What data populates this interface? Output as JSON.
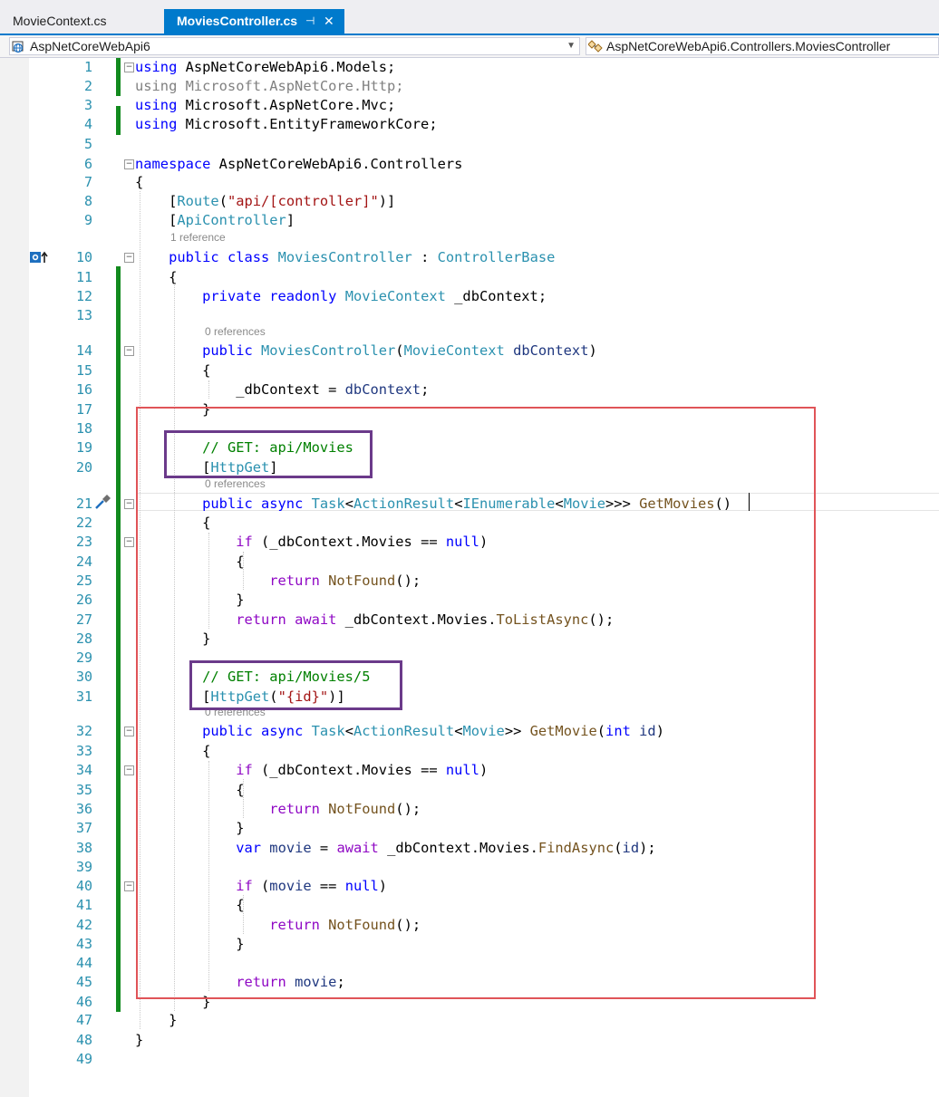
{
  "tabs": [
    {
      "label": "MovieContext.cs",
      "active": false
    },
    {
      "label": "MoviesController.cs",
      "active": true
    }
  ],
  "nav": {
    "project": "AspNetCoreWebApi6",
    "scope": "AspNetCoreWebApi6.Controllers.MoviesController"
  },
  "codelens": {
    "one_ref": "1 reference",
    "zero_refs": "0 references"
  },
  "colors": {
    "keyword": "#0000ff",
    "type": "#2b91af",
    "string": "#a31515",
    "comment": "#008000",
    "highlight_red": "#e05458",
    "highlight_purple": "#6b3a8a",
    "change_bar": "#128a1e"
  },
  "lines": [
    {
      "n": "1"
    },
    {
      "n": "2"
    },
    {
      "n": "3"
    },
    {
      "n": "4"
    },
    {
      "n": "5"
    },
    {
      "n": "6"
    },
    {
      "n": "7"
    },
    {
      "n": "8"
    },
    {
      "n": "9"
    },
    {
      "n": "10"
    },
    {
      "n": "11"
    },
    {
      "n": "12"
    },
    {
      "n": "13"
    },
    {
      "n": "14"
    },
    {
      "n": "15"
    },
    {
      "n": "16"
    },
    {
      "n": "17"
    },
    {
      "n": "18"
    },
    {
      "n": "19"
    },
    {
      "n": "20"
    },
    {
      "n": "21"
    },
    {
      "n": "22"
    },
    {
      "n": "23"
    },
    {
      "n": "24"
    },
    {
      "n": "25"
    },
    {
      "n": "26"
    },
    {
      "n": "27"
    },
    {
      "n": "28"
    },
    {
      "n": "29"
    },
    {
      "n": "30"
    },
    {
      "n": "31"
    },
    {
      "n": "32"
    },
    {
      "n": "33"
    },
    {
      "n": "34"
    },
    {
      "n": "35"
    },
    {
      "n": "36"
    },
    {
      "n": "37"
    },
    {
      "n": "38"
    },
    {
      "n": "39"
    },
    {
      "n": "40"
    },
    {
      "n": "41"
    },
    {
      "n": "42"
    },
    {
      "n": "43"
    },
    {
      "n": "44"
    },
    {
      "n": "45"
    },
    {
      "n": "46"
    },
    {
      "n": "47"
    },
    {
      "n": "48"
    },
    {
      "n": "49"
    }
  ],
  "code": {
    "l1": [
      {
        "c": "kw",
        "t": "using"
      },
      {
        "t": " AspNetCoreWebApi6.Models;"
      }
    ],
    "l2": [
      {
        "c": "gr",
        "t": "using Microsoft.AspNetCore.Http;"
      }
    ],
    "l3": [
      {
        "c": "kw",
        "t": "using"
      },
      {
        "t": " Microsoft.AspNetCore.Mvc;"
      }
    ],
    "l4": [
      {
        "c": "kw",
        "t": "using"
      },
      {
        "t": " Microsoft.EntityFrameworkCore;"
      }
    ],
    "l5": [],
    "l6": [
      {
        "c": "kw",
        "t": "namespace"
      },
      {
        "t": " AspNetCoreWebApi6.Controllers"
      }
    ],
    "l7": [
      {
        "t": "{"
      }
    ],
    "l8": [
      {
        "t": "    ["
      },
      {
        "c": "ty",
        "t": "Route"
      },
      {
        "t": "("
      },
      {
        "c": "st",
        "t": "\"api/[controller]\""
      },
      {
        "t": ")]"
      }
    ],
    "l9": [
      {
        "t": "    ["
      },
      {
        "c": "ty",
        "t": "ApiController"
      },
      {
        "t": "]"
      }
    ],
    "l10": [
      {
        "t": "    "
      },
      {
        "c": "kw",
        "t": "public class"
      },
      {
        "t": " "
      },
      {
        "c": "ty",
        "t": "MoviesController"
      },
      {
        "t": " : "
      },
      {
        "c": "ty",
        "t": "ControllerBase"
      }
    ],
    "l11": [
      {
        "t": "    {"
      }
    ],
    "l12": [
      {
        "t": "        "
      },
      {
        "c": "kw",
        "t": "private readonly"
      },
      {
        "t": " "
      },
      {
        "c": "ty",
        "t": "MovieContext"
      },
      {
        "t": " _dbContext;"
      }
    ],
    "l13": [],
    "l14": [
      {
        "t": "        "
      },
      {
        "c": "kw",
        "t": "public"
      },
      {
        "t": " "
      },
      {
        "c": "ty",
        "t": "MoviesController"
      },
      {
        "t": "("
      },
      {
        "c": "ty",
        "t": "MovieContext"
      },
      {
        "t": " "
      },
      {
        "c": "id",
        "t": "dbContext"
      },
      {
        "t": ")"
      }
    ],
    "l15": [
      {
        "t": "        {"
      }
    ],
    "l16": [
      {
        "t": "            _dbContext = "
      },
      {
        "c": "id",
        "t": "dbContext"
      },
      {
        "t": ";"
      }
    ],
    "l17": [
      {
        "t": "        }"
      }
    ],
    "l18": [],
    "l19": [
      {
        "t": "        "
      },
      {
        "c": "cm",
        "t": "// GET: api/Movies"
      }
    ],
    "l20": [
      {
        "t": "        ["
      },
      {
        "c": "ty",
        "t": "HttpGet"
      },
      {
        "t": "]"
      }
    ],
    "l21": [
      {
        "t": "        "
      },
      {
        "c": "kw",
        "t": "public async"
      },
      {
        "t": " "
      },
      {
        "c": "ty",
        "t": "Task"
      },
      {
        "t": "<"
      },
      {
        "c": "ty",
        "t": "ActionResult"
      },
      {
        "t": "<"
      },
      {
        "c": "ty",
        "t": "IEnumerable"
      },
      {
        "t": "<"
      },
      {
        "c": "ty",
        "t": "Movie"
      },
      {
        "t": ">>> "
      },
      {
        "c": "fn",
        "t": "GetMovies"
      },
      {
        "t": "()"
      }
    ],
    "l22": [
      {
        "t": "        {"
      }
    ],
    "l23": [
      {
        "t": "            "
      },
      {
        "c": "ct",
        "t": "if"
      },
      {
        "t": " (_dbContext.Movies == "
      },
      {
        "c": "kw",
        "t": "null"
      },
      {
        "t": ")"
      }
    ],
    "l24": [
      {
        "t": "            {"
      }
    ],
    "l25": [
      {
        "t": "                "
      },
      {
        "c": "ct",
        "t": "return"
      },
      {
        "t": " "
      },
      {
        "c": "fn",
        "t": "NotFound"
      },
      {
        "t": "();"
      }
    ],
    "l26": [
      {
        "t": "            }"
      }
    ],
    "l27": [
      {
        "t": "            "
      },
      {
        "c": "ct",
        "t": "return await"
      },
      {
        "t": " _dbContext.Movies."
      },
      {
        "c": "fn",
        "t": "ToListAsync"
      },
      {
        "t": "();"
      }
    ],
    "l28": [
      {
        "t": "        }"
      }
    ],
    "l29": [],
    "l30": [
      {
        "t": "        "
      },
      {
        "c": "cm",
        "t": "// GET: api/Movies/5"
      }
    ],
    "l31": [
      {
        "t": "        ["
      },
      {
        "c": "ty",
        "t": "HttpGet"
      },
      {
        "t": "("
      },
      {
        "c": "st",
        "t": "\"{id}\""
      },
      {
        "t": ")]"
      }
    ],
    "l32": [
      {
        "t": "        "
      },
      {
        "c": "kw",
        "t": "public async"
      },
      {
        "t": " "
      },
      {
        "c": "ty",
        "t": "Task"
      },
      {
        "t": "<"
      },
      {
        "c": "ty",
        "t": "ActionResult"
      },
      {
        "t": "<"
      },
      {
        "c": "ty",
        "t": "Movie"
      },
      {
        "t": ">> "
      },
      {
        "c": "fn",
        "t": "GetMovie"
      },
      {
        "t": "("
      },
      {
        "c": "kw",
        "t": "int"
      },
      {
        "t": " "
      },
      {
        "c": "id",
        "t": "id"
      },
      {
        "t": ")"
      }
    ],
    "l33": [
      {
        "t": "        {"
      }
    ],
    "l34": [
      {
        "t": "            "
      },
      {
        "c": "ct",
        "t": "if"
      },
      {
        "t": " (_dbContext.Movies == "
      },
      {
        "c": "kw",
        "t": "null"
      },
      {
        "t": ")"
      }
    ],
    "l35": [
      {
        "t": "            {"
      }
    ],
    "l36": [
      {
        "t": "                "
      },
      {
        "c": "ct",
        "t": "return"
      },
      {
        "t": " "
      },
      {
        "c": "fn",
        "t": "NotFound"
      },
      {
        "t": "();"
      }
    ],
    "l37": [
      {
        "t": "            }"
      }
    ],
    "l38": [
      {
        "t": "            "
      },
      {
        "c": "kw",
        "t": "var"
      },
      {
        "t": " "
      },
      {
        "c": "id",
        "t": "movie"
      },
      {
        "t": " = "
      },
      {
        "c": "ct",
        "t": "await"
      },
      {
        "t": " _dbContext.Movies."
      },
      {
        "c": "fn",
        "t": "FindAsync"
      },
      {
        "t": "("
      },
      {
        "c": "id",
        "t": "id"
      },
      {
        "t": ");"
      }
    ],
    "l39": [],
    "l40": [
      {
        "t": "            "
      },
      {
        "c": "ct",
        "t": "if"
      },
      {
        "t": " ("
      },
      {
        "c": "id",
        "t": "movie"
      },
      {
        "t": " == "
      },
      {
        "c": "kw",
        "t": "null"
      },
      {
        "t": ")"
      }
    ],
    "l41": [
      {
        "t": "            {"
      }
    ],
    "l42": [
      {
        "t": "                "
      },
      {
        "c": "ct",
        "t": "return"
      },
      {
        "t": " "
      },
      {
        "c": "fn",
        "t": "NotFound"
      },
      {
        "t": "();"
      }
    ],
    "l43": [
      {
        "t": "            }"
      }
    ],
    "l44": [],
    "l45": [
      {
        "t": "            "
      },
      {
        "c": "ct",
        "t": "return"
      },
      {
        "t": " "
      },
      {
        "c": "id",
        "t": "movie"
      },
      {
        "t": ";"
      }
    ],
    "l46": [
      {
        "t": "        }"
      }
    ],
    "l47": [
      {
        "t": "    }"
      }
    ],
    "l48": [
      {
        "t": "}"
      }
    ],
    "l49": []
  }
}
